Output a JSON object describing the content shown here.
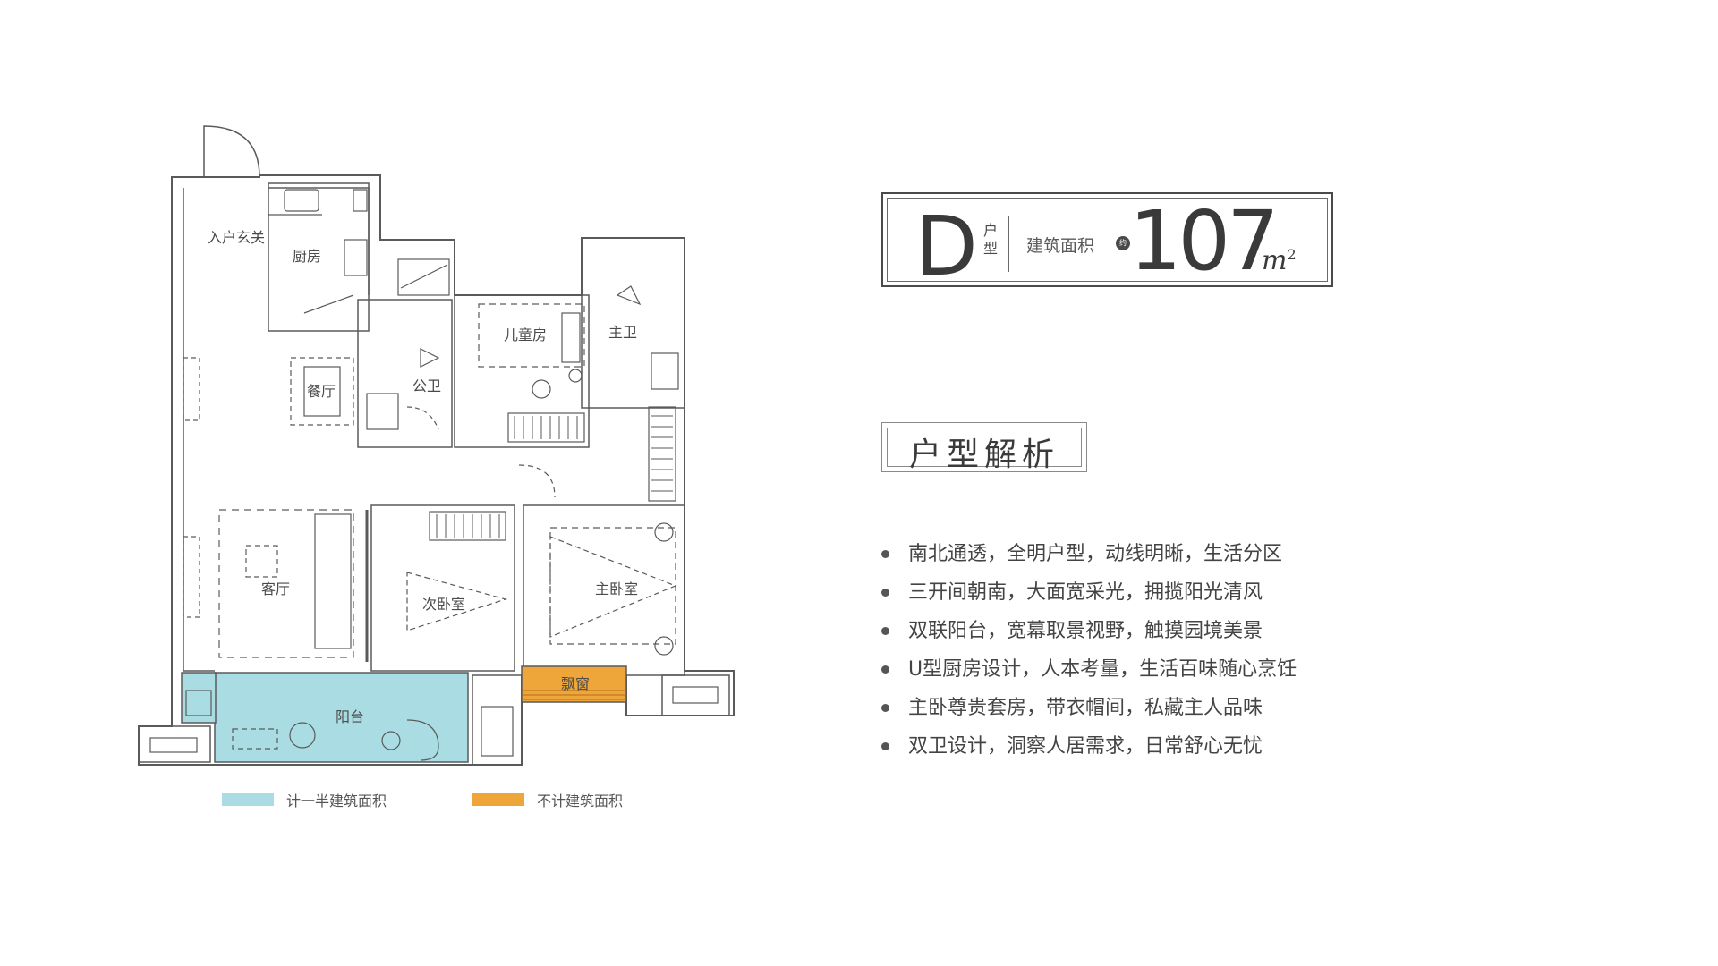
{
  "floorplan": {
    "rooms": {
      "entrance": "入户玄关",
      "kitchen": "厨房",
      "dining": "餐厅",
      "public_bath": "公卫",
      "kids_room": "儿童房",
      "master_bath": "主卫",
      "living": "客厅",
      "second_bedroom": "次卧室",
      "master_bedroom": "主卧室",
      "bay_window": "飘窗",
      "balcony": "阳台"
    },
    "colors": {
      "half_area": "#a9dce3",
      "excluded_area": "#eea63b",
      "wall": "#5a5a5a"
    }
  },
  "legend": {
    "half_area_label": "计一半建筑面积",
    "excluded_area_label": "不计建筑面积"
  },
  "title": {
    "type_letter": "D",
    "type_suffix": "户型",
    "area_label": "建筑面积",
    "area_dot": "约",
    "area_value": "107",
    "area_unit": "m",
    "area_unit_sup": "2"
  },
  "section_heading": "户型解析",
  "features": [
    "南北通透，全明户型，动线明晰，生活分区",
    "三开间朝南，大面宽采光，拥揽阳光清风",
    "双联阳台，宽幕取景视野，触摸园境美景",
    "U型厨房设计，人本考量，生活百味随心烹饪",
    "主卧尊贵套房，带衣帽间，私藏主人品味",
    "双卫设计，洞察人居需求，日常舒心无忧"
  ]
}
